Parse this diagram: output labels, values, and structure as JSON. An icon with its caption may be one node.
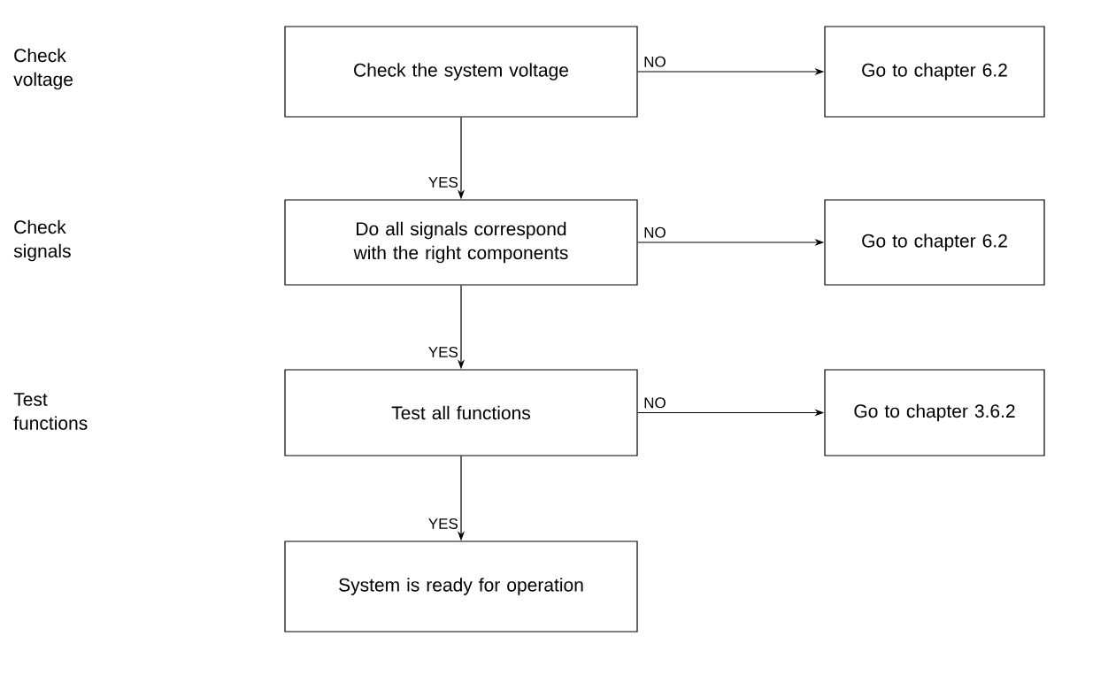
{
  "diagram": {
    "nodes": [
      {
        "text": [
          "Check the system voltage"
        ]
      },
      {
        "text": [
          "Go to chapter 6.2"
        ]
      },
      {
        "text": [
          "Do all signals correspond with the right components"
        ]
      },
      {
        "text": [
          "Go to chapter 6.2"
        ]
      },
      {
        "text": [
          "Test all functions"
        ]
      },
      {
        "text": [
          "Go to chapter 3.6.2"
        ]
      },
      {
        "text": [
          "System is ready for operation"
        ]
      }
    ],
    "edges": [
      {
        "from": 0,
        "to": 1,
        "arrow": "to",
        "label": "NO"
      },
      {
        "from": 0,
        "to": 2,
        "arrow": "to",
        "label": "YES"
      },
      {
        "from": 2,
        "to": 3,
        "arrow": "to",
        "label": "NO"
      },
      {
        "from": 2,
        "to": 4,
        "arrow": "to",
        "label": "YES"
      },
      {
        "from": 4,
        "to": 5,
        "arrow": "to",
        "label": "NO"
      },
      {
        "from": 4,
        "to": 6,
        "arrow": "to",
        "label": "YES"
      }
    ],
    "labels": [
      "Check voltage",
      "Check signals",
      "Test functions"
    ]
  }
}
